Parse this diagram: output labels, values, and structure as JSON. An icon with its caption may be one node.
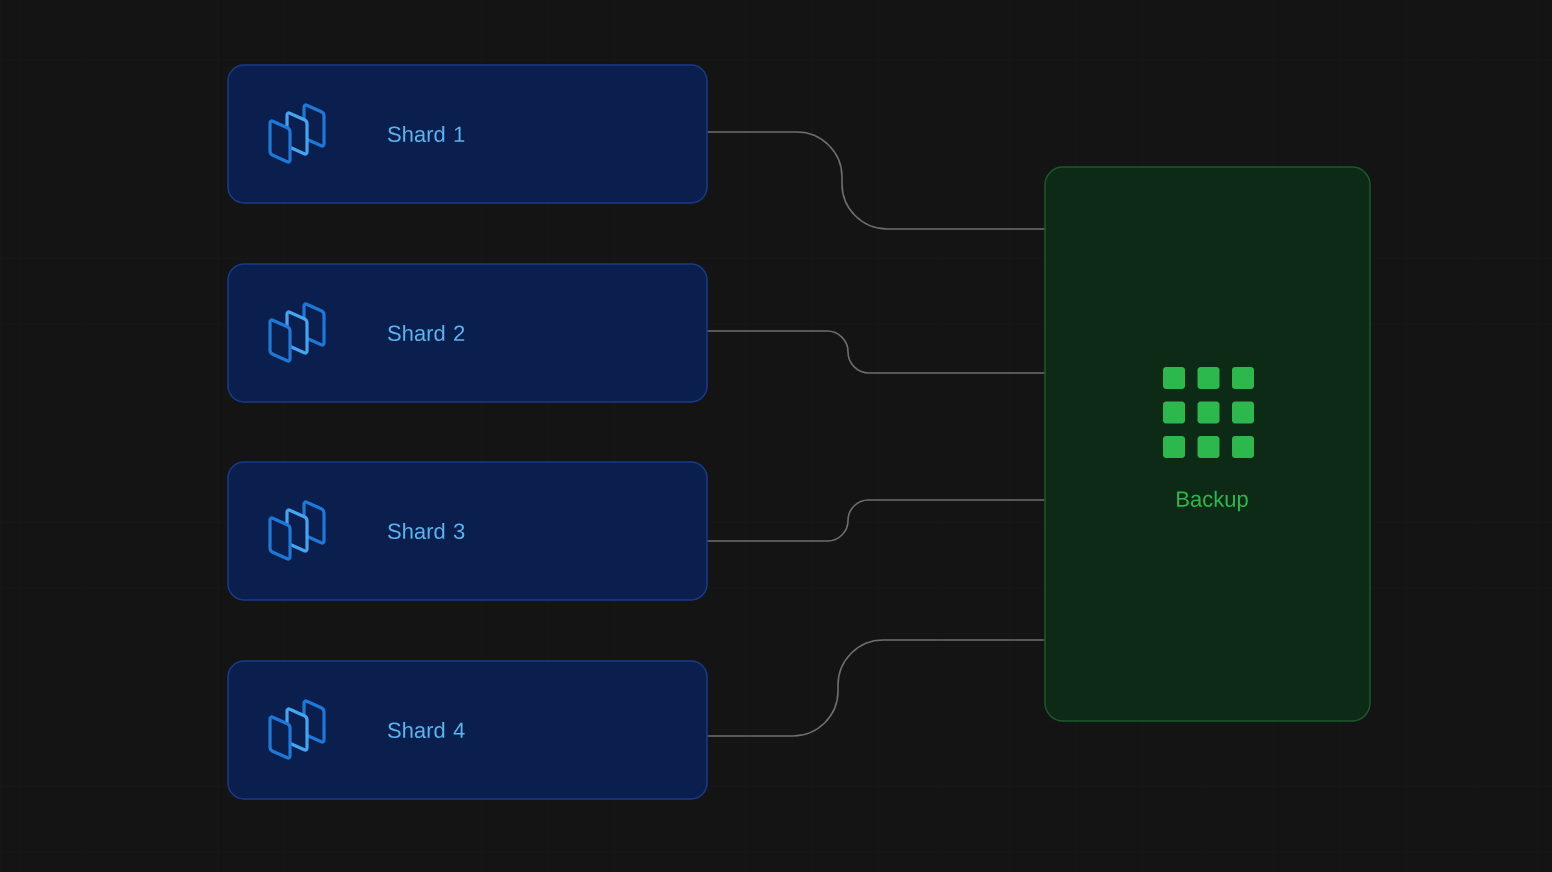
{
  "diagram": {
    "nodes": [
      {
        "text": [
          "Shard 1"
        ]
      },
      {
        "text": [
          "Shard 2"
        ]
      },
      {
        "text": [
          "Shard 3"
        ]
      },
      {
        "text": [
          "Shard 4"
        ]
      },
      {
        "text": [
          "Backup"
        ]
      }
    ],
    "edges": [
      {
        "from": 0,
        "to": 4,
        "arrow": "none"
      },
      {
        "from": 1,
        "to": 4,
        "arrow": "none"
      },
      {
        "from": 2,
        "to": 4,
        "arrow": "none"
      },
      {
        "from": 3,
        "to": 4,
        "arrow": "none"
      }
    ]
  }
}
